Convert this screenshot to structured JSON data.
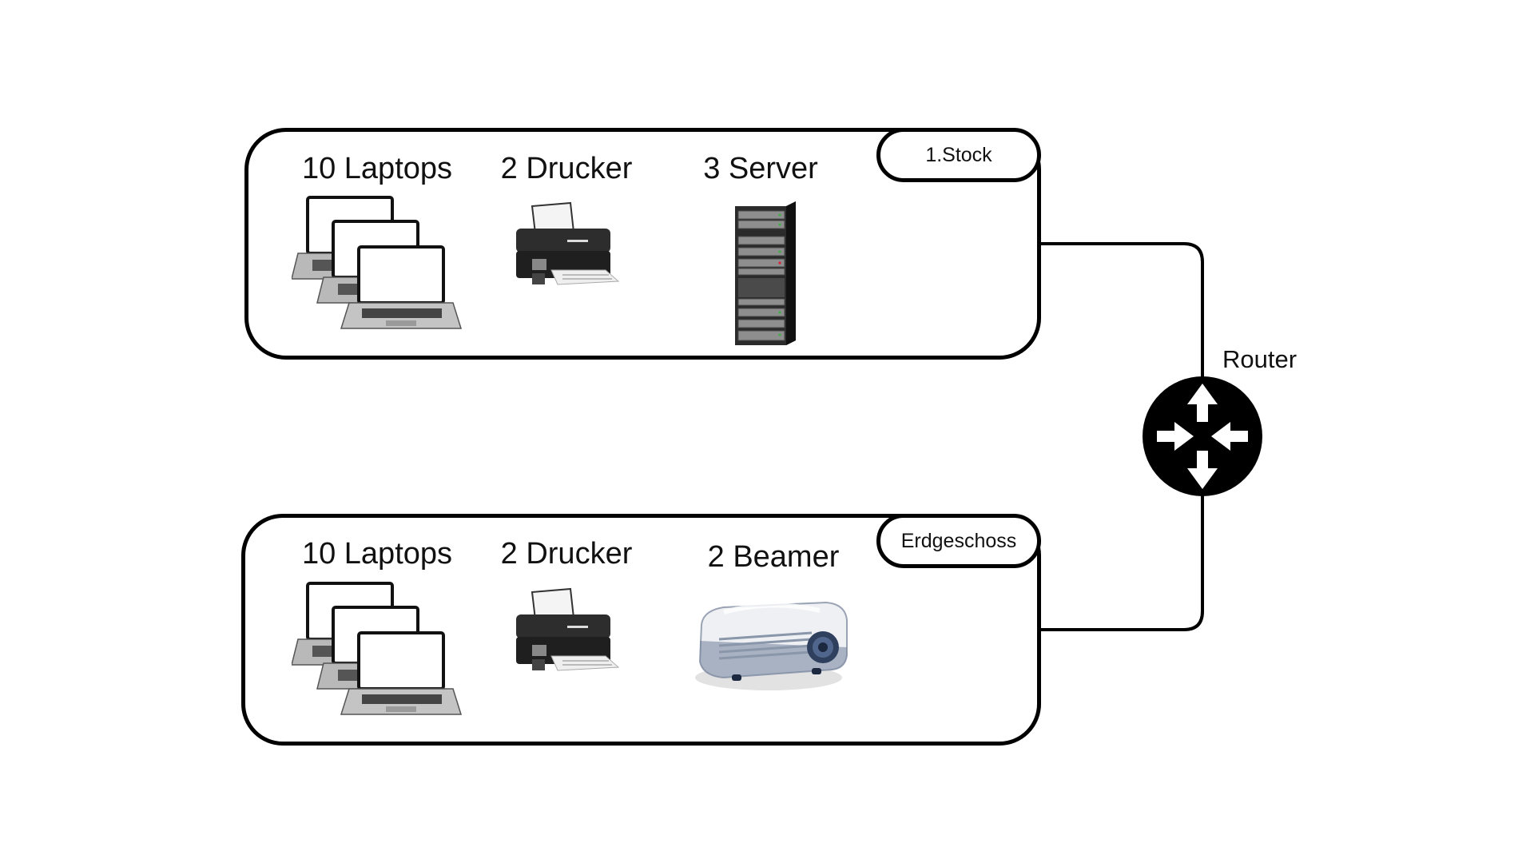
{
  "floors": {
    "upper": {
      "name": "1.Stock",
      "devices": {
        "laptops": "10 Laptops",
        "printers": "2 Drucker",
        "third": "3 Server"
      }
    },
    "ground": {
      "name": "Erdgeschoss",
      "devices": {
        "laptops": "10 Laptops",
        "printers": "2 Drucker",
        "third": "2 Beamer"
      }
    }
  },
  "router": {
    "label": "Router"
  },
  "icons": {
    "laptop": "laptop-icon",
    "printer": "printer-icon",
    "server": "server-rack-icon",
    "projector": "projector-icon",
    "router": "router-icon"
  },
  "colors": {
    "line": "#000000",
    "router_fill": "#000000",
    "router_arrows": "#ffffff"
  }
}
